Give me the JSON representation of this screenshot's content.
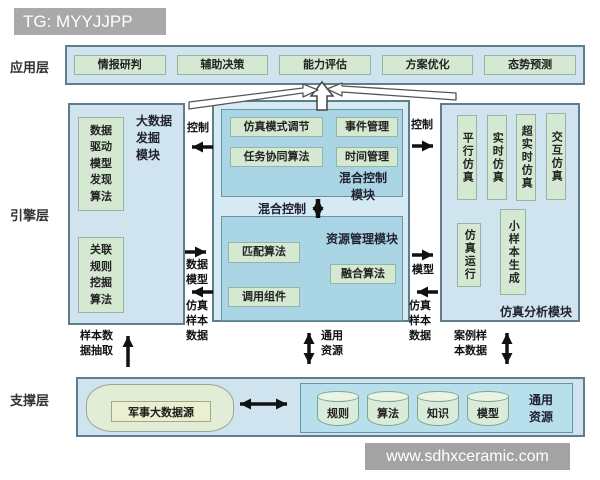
{
  "header": {
    "tag_label": "TG: MYYJJPP"
  },
  "watermark": {
    "text": "www.sdhxceramic.com"
  },
  "layers": {
    "application": {
      "label": "应用层"
    },
    "engine": {
      "label": "引擎层"
    },
    "support": {
      "label": "支撑层"
    }
  },
  "application": {
    "boxes": [
      "情报研判",
      "辅助决策",
      "能力评估",
      "方案优化",
      "态势预测"
    ]
  },
  "engine": {
    "bigdata": {
      "title": "大数据\n发掘\n模块",
      "box_model_discovery": "数据\n驱动\n模型\n发现\n算法",
      "box_association": "关联\n规则\n挖掘\n算法"
    },
    "left_flow": {
      "control": "控制",
      "data_model": "数据\n模型",
      "sim_sample": "仿真\n样本\n数据"
    },
    "hybrid": {
      "title": "混合控制\n模块",
      "box_sim_mode": "仿真模式调节",
      "box_task_coord": "任务协同算法",
      "box_event": "事件管理",
      "box_time": "时间管理",
      "link_label": "混合控制"
    },
    "resource": {
      "title": "资源管理模块",
      "box_match": "匹配算法",
      "box_fusion": "融合算法",
      "box_invoke": "调用组件"
    },
    "right_flow": {
      "control": "控制",
      "model": "模型",
      "sim_sample": "仿真\n样本\n数据"
    },
    "sim": {
      "title": "仿真分析模块",
      "box_parallel": "平行仿真",
      "box_realtime": "实时仿真",
      "box_super_realtime": "超实时仿真",
      "box_interactive": "交互仿真",
      "box_run": "仿真运行",
      "box_small_sample": "小样本生成"
    }
  },
  "bottom_flow": {
    "sample_extract": "样本数\n据抽取",
    "general_resource": "通用\n资源",
    "case_sample": "案例样\n本数据"
  },
  "support": {
    "datasource": "军事大数据源",
    "cylinders": [
      "规则",
      "算法",
      "知识",
      "模型"
    ],
    "resource_label": "通用\n资源"
  },
  "colors": {
    "panel_bg": "#cfe4ee",
    "panel_border": "#5f7d8c",
    "subpanel_bg": "#a9d5e4",
    "green_box_bg": "#d5e9d2",
    "green_box_border": "#94b4a6",
    "header_bg": "#a9a9a9",
    "watermark_bg": "#a3a3a3",
    "arrow_color": "#111111"
  }
}
